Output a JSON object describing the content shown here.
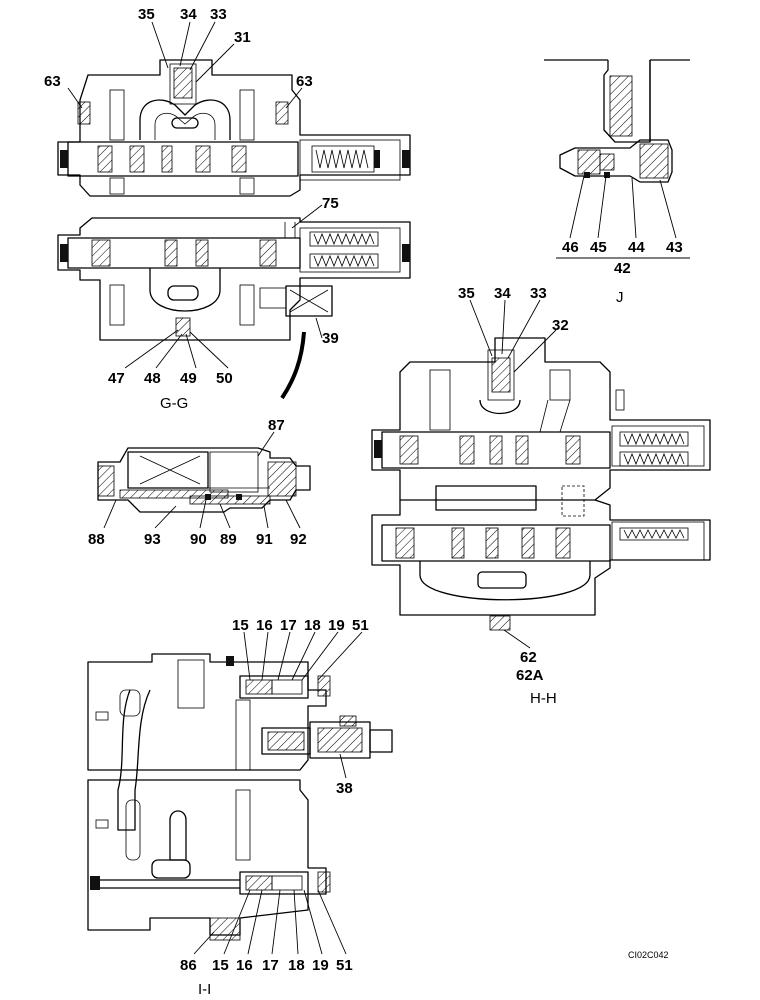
{
  "views": {
    "gg": {
      "title": "G-G",
      "parts": [
        "35",
        "34",
        "33",
        "31",
        "63",
        "63",
        "75",
        "39",
        "47",
        "48",
        "49",
        "50"
      ]
    },
    "j": {
      "title": "J",
      "parts": [
        "46",
        "45",
        "44",
        "43",
        "42"
      ]
    },
    "hh": {
      "title": "H-H",
      "parts": [
        "35",
        "34",
        "33",
        "32",
        "62",
        "62A"
      ]
    },
    "relief": {
      "parts": [
        "87",
        "88",
        "93",
        "90",
        "89",
        "91",
        "92"
      ]
    },
    "ii": {
      "title": "I-I",
      "parts_top": [
        "15",
        "16",
        "17",
        "18",
        "19",
        "51"
      ],
      "parts_mid": [
        "38"
      ],
      "parts_bottom": [
        "86",
        "15",
        "16",
        "17",
        "18",
        "19",
        "51"
      ]
    }
  },
  "drawing_code": "CI02C042"
}
